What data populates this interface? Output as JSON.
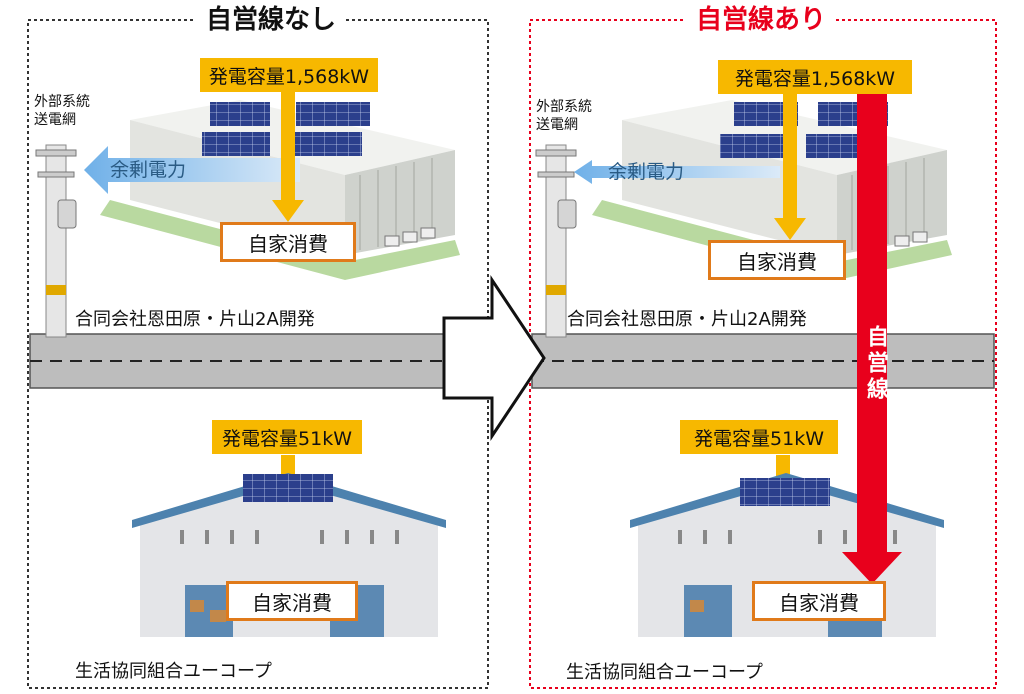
{
  "left_panel": {
    "title": "自営線なし",
    "capacity_large": "発電容量1,568kW",
    "capacity_small": "発電容量51kW",
    "self_consumption_top": "自家消費",
    "self_consumption_bottom": "自家消費",
    "grid_label": "外部系統\n送電網",
    "surplus_label": "余剰電力",
    "company_top": "合同会社恩田原・片山2A開発",
    "company_bottom": "生活協同組合ユーコープ"
  },
  "right_panel": {
    "title": "自営線あり",
    "capacity_large": "発電容量1,568kW",
    "capacity_small": "発電容量51kW",
    "self_consumption_top": "自家消費",
    "self_consumption_bottom": "自家消費",
    "grid_label": "外部系統\n送電網",
    "surplus_label": "余剰電力",
    "company_top": "合同会社恩田原・片山2A開発",
    "company_bottom": "生活協同組合ユーコープ",
    "private_line_label": "自営線"
  },
  "colors": {
    "capacity_box": "#f7b800",
    "self_box_border": "#e07a1a",
    "private_line": "#e8001c",
    "left_border": "#333333",
    "right_border": "#e8001c",
    "road": "#bdbdbd",
    "surplus_arrow": "#9cc7ee"
  }
}
